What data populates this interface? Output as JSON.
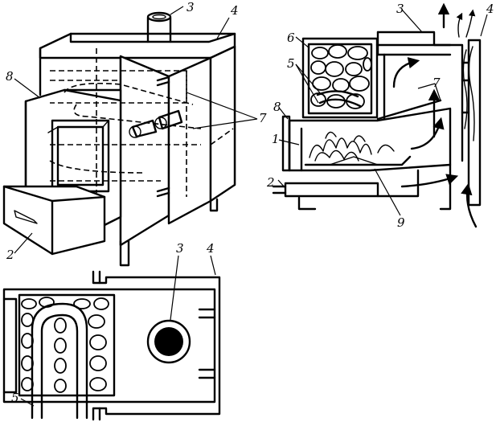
{
  "figure": {
    "labels": {
      "iso_chimney": "3",
      "iso_jacket": "4",
      "iso_door": "8",
      "iso_ashpan": "2",
      "iso_pipes": "7",
      "sec_chimney": "3",
      "sec_jacket": "4",
      "sec_stones": "6",
      "sec_coil": "5",
      "sec_door": "8",
      "sec_firebox": "1",
      "sec_ashpan": "2",
      "sec_pipes": "7",
      "sec_grate": "9",
      "plan_chimney": "3",
      "plan_jacket": "4",
      "plan_coil": "5"
    }
  }
}
